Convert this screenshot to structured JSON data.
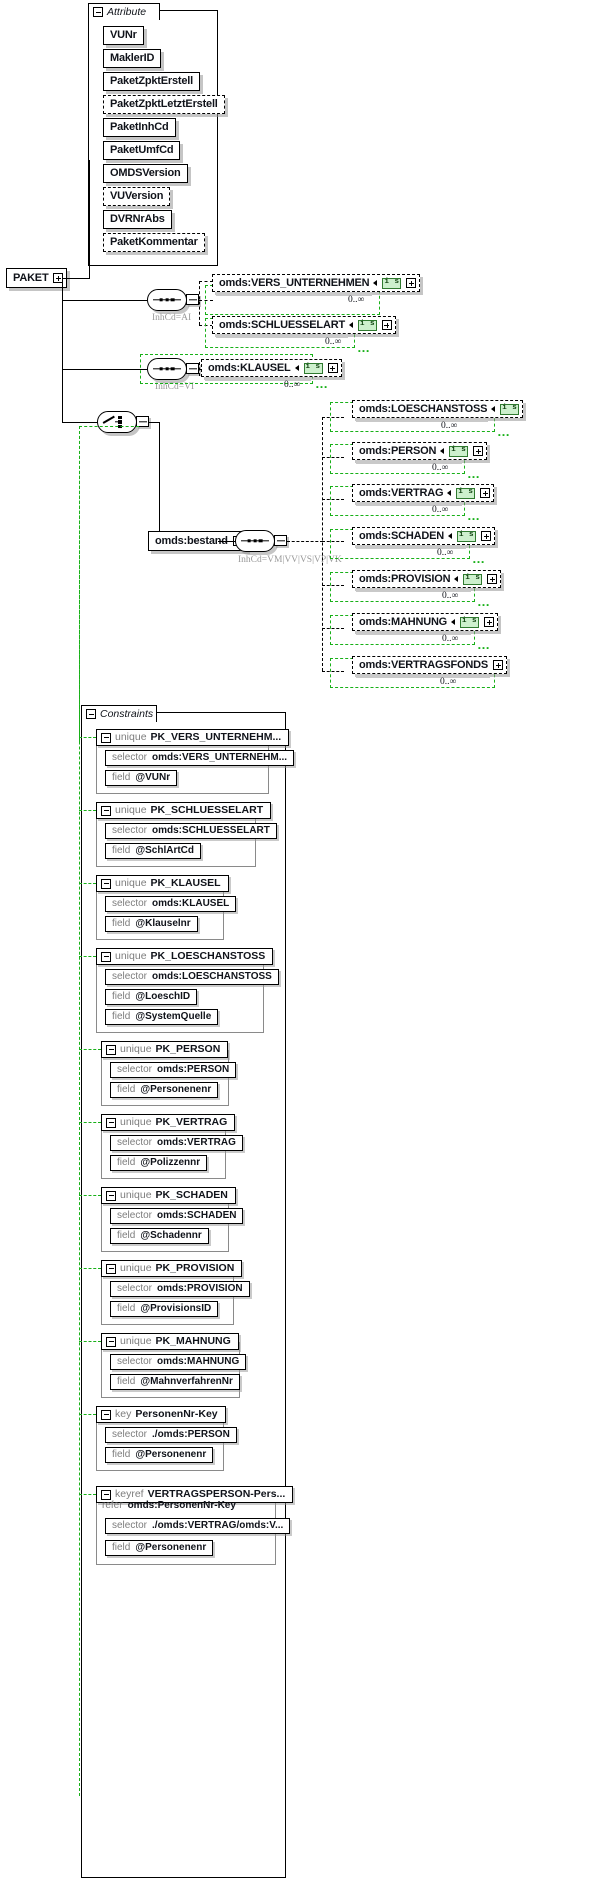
{
  "diagram": {
    "type": "xml-schema-element-diagram",
    "root": {
      "label": "PAKET"
    },
    "attribute_group": {
      "title": "Attribute",
      "items": [
        {
          "label": "VUNr",
          "optional": false
        },
        {
          "label": "MaklerID",
          "optional": false
        },
        {
          "label": "PaketZpktErstell",
          "optional": false
        },
        {
          "label": "PaketZpktLetztErstell",
          "optional": true
        },
        {
          "label": "PaketInhCd",
          "optional": false
        },
        {
          "label": "PaketUmfCd",
          "optional": false
        },
        {
          "label": "OMDSVersion",
          "optional": false
        },
        {
          "label": "VUVersion",
          "optional": true
        },
        {
          "label": "DVRNrAbs",
          "optional": false
        },
        {
          "label": "PaketKommentar",
          "optional": true
        }
      ]
    },
    "sequences": [
      {
        "id": "seq-ai",
        "annotation": "InhCd=AI"
      },
      {
        "id": "seq-vi",
        "annotation": "InhCd=VI"
      },
      {
        "id": "seq-bestand",
        "annotation": "InhCd=VM|VV|VS|VP|VK"
      }
    ],
    "choice": {
      "label": "choice"
    },
    "elements": [
      {
        "label": "omds:VERS_UNTERNEHMEN",
        "occurs": "0..∞",
        "badge": "i s",
        "group": "seq-ai"
      },
      {
        "label": "omds:SCHLUESSELART",
        "occurs": "0..∞",
        "badge": "i s",
        "group": "seq-ai"
      },
      {
        "label": "omds:KLAUSEL",
        "occurs": "0..∞",
        "badge": "i s",
        "group": "seq-vi"
      },
      {
        "label": "omds:bestand",
        "occurs": "",
        "badge": "",
        "group": "choice"
      },
      {
        "label": "omds:LOESCHANSTOSS",
        "occurs": "0..∞",
        "badge": "i s",
        "group": "seq-bestand"
      },
      {
        "label": "omds:PERSON",
        "occurs": "0..∞",
        "badge": "i s",
        "group": "seq-bestand"
      },
      {
        "label": "omds:VERTRAG",
        "occurs": "0..∞",
        "badge": "i s",
        "group": "seq-bestand"
      },
      {
        "label": "omds:SCHADEN",
        "occurs": "0..∞",
        "badge": "i s",
        "group": "seq-bestand"
      },
      {
        "label": "omds:PROVISION",
        "occurs": "0..∞",
        "badge": "i s",
        "group": "seq-bestand"
      },
      {
        "label": "omds:MAHNUNG",
        "occurs": "0..∞",
        "badge": "i s",
        "group": "seq-bestand"
      },
      {
        "label": "omds:VERTRAGSFONDS",
        "occurs": "0..∞",
        "badge": "",
        "group": "seq-bestand"
      }
    ],
    "constraints": {
      "title": "Constraints",
      "items": [
        {
          "kind": "unique",
          "name": "PK_VERS_UNTERNEHM...",
          "rows": [
            {
              "kw": "selector",
              "nm": "omds:VERS_UNTERNEHM..."
            },
            {
              "kw": "field",
              "nm": "@VUNr"
            }
          ]
        },
        {
          "kind": "unique",
          "name": "PK_SCHLUESSELART",
          "rows": [
            {
              "kw": "selector",
              "nm": "omds:SCHLUESSELART"
            },
            {
              "kw": "field",
              "nm": "@SchlArtCd"
            }
          ]
        },
        {
          "kind": "unique",
          "name": "PK_KLAUSEL",
          "rows": [
            {
              "kw": "selector",
              "nm": "omds:KLAUSEL"
            },
            {
              "kw": "field",
              "nm": "@Klauselnr"
            }
          ]
        },
        {
          "kind": "unique",
          "name": "PK_LOESCHANSTOSS",
          "rows": [
            {
              "kw": "selector",
              "nm": "omds:LOESCHANSTOSS"
            },
            {
              "kw": "field",
              "nm": "@LoeschID"
            },
            {
              "kw": "field",
              "nm": "@SystemQuelle"
            }
          ]
        },
        {
          "kind": "unique",
          "name": "PK_PERSON",
          "rows": [
            {
              "kw": "selector",
              "nm": "omds:PERSON"
            },
            {
              "kw": "field",
              "nm": "@Personenenr"
            }
          ]
        },
        {
          "kind": "unique",
          "name": "PK_VERTRAG",
          "rows": [
            {
              "kw": "selector",
              "nm": "omds:VERTRAG"
            },
            {
              "kw": "field",
              "nm": "@Polizzennr"
            }
          ]
        },
        {
          "kind": "unique",
          "name": "PK_SCHADEN",
          "rows": [
            {
              "kw": "selector",
              "nm": "omds:SCHADEN"
            },
            {
              "kw": "field",
              "nm": "@Schadennr"
            }
          ]
        },
        {
          "kind": "unique",
          "name": "PK_PROVISION",
          "rows": [
            {
              "kw": "selector",
              "nm": "omds:PROVISION"
            },
            {
              "kw": "field",
              "nm": "@ProvisionsID"
            }
          ]
        },
        {
          "kind": "unique",
          "name": "PK_MAHNUNG",
          "rows": [
            {
              "kw": "selector",
              "nm": "omds:MAHNUNG"
            },
            {
              "kw": "field",
              "nm": "@MahnverfahrenNr"
            }
          ]
        },
        {
          "kind": "key",
          "name": "PersonenNr-Key",
          "rows": [
            {
              "kw": "selector",
              "nm": "./omds:PERSON"
            },
            {
              "kw": "field",
              "nm": "@Personenenr"
            }
          ]
        },
        {
          "kind": "keyref",
          "name": "VERTRAGSPERSON-Pers...",
          "refer": {
            "kw": "refer",
            "nm": "omds:PersonenNr-Key"
          },
          "rows": [
            {
              "kw": "selector",
              "nm": "./omds:VERTRAG/omds:V..."
            },
            {
              "kw": "field",
              "nm": "@Personenenr"
            }
          ]
        }
      ]
    }
  }
}
